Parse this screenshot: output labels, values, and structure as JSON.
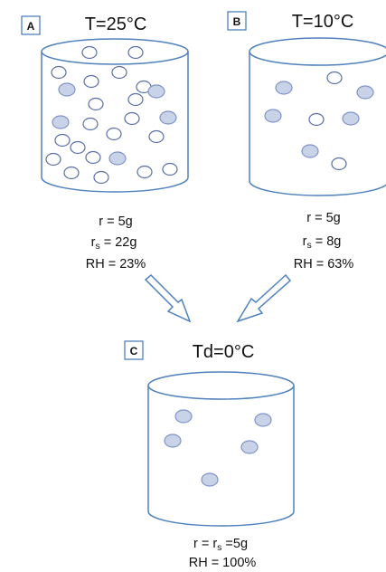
{
  "panels": [
    {
      "key": "A",
      "letter": "A",
      "title": "T=25°C",
      "r_line": "r = 5g",
      "rs_line_prefix": "r",
      "rs_line_sub": "s",
      "rs_line_suffix": " = 22g",
      "rh_line": "RH = 23%",
      "white_molecules": 20,
      "blue_molecules": 5
    },
    {
      "key": "B",
      "letter": "B",
      "title": "T=10°C",
      "r_line": "r = 5g",
      "rs_line_prefix": "r",
      "rs_line_sub": "s",
      "rs_line_suffix": " = 8g",
      "rh_line": "RH = 63%",
      "white_molecules": 3,
      "blue_molecules": 5
    },
    {
      "key": "C",
      "letter": "C",
      "title": "Td=0°C",
      "r_line_prefix": "r = r",
      "r_line_sub": "s",
      "r_line_suffix": " =5g",
      "rh_line": "RH = 100%",
      "white_molecules": 0,
      "blue_molecules": 5
    }
  ],
  "colors": {
    "cylinder_stroke": "#4f81bd",
    "box_stroke": "#4f81bd",
    "molecule_blue_fill": "#c9d3e8",
    "molecule_blue_stroke": "#7f93c7",
    "molecule_white_fill": "#ffffff",
    "molecule_white_stroke": "#5a6fa8",
    "arrow_stroke": "#4f81bd"
  }
}
